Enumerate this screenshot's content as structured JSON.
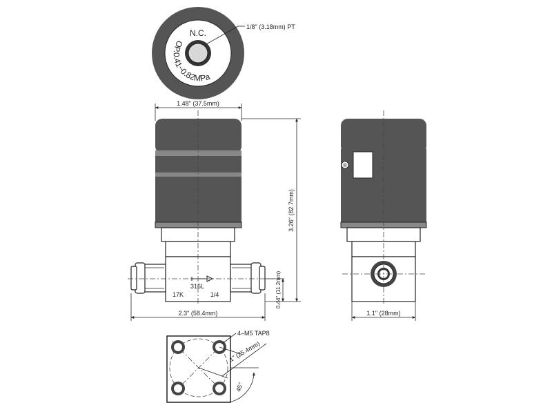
{
  "top_view": {
    "nc_label": "N.C.",
    "op_label": "OP.0.41~0.82MPa",
    "port_label": "1/8\" (3.18mm)  PT"
  },
  "front_view": {
    "width_dim": "1.48\" (37.5mm)",
    "height_dim": "3.26\" (82.7mm)",
    "base_width_dim": "2.3\" (58.4mm)",
    "base_height_dim": "0.44\" (11.2mm)",
    "material_label": "316L",
    "left_label": "17K",
    "right_label": "1/4"
  },
  "side_view": {
    "width_dim": "1.1\" (28mm)",
    "registered_mark": "®"
  },
  "bottom_view": {
    "tap_label": "4–M5  TAP8",
    "pitch_dim": "1\" (25.4mm)",
    "angle_dim": "45°"
  }
}
